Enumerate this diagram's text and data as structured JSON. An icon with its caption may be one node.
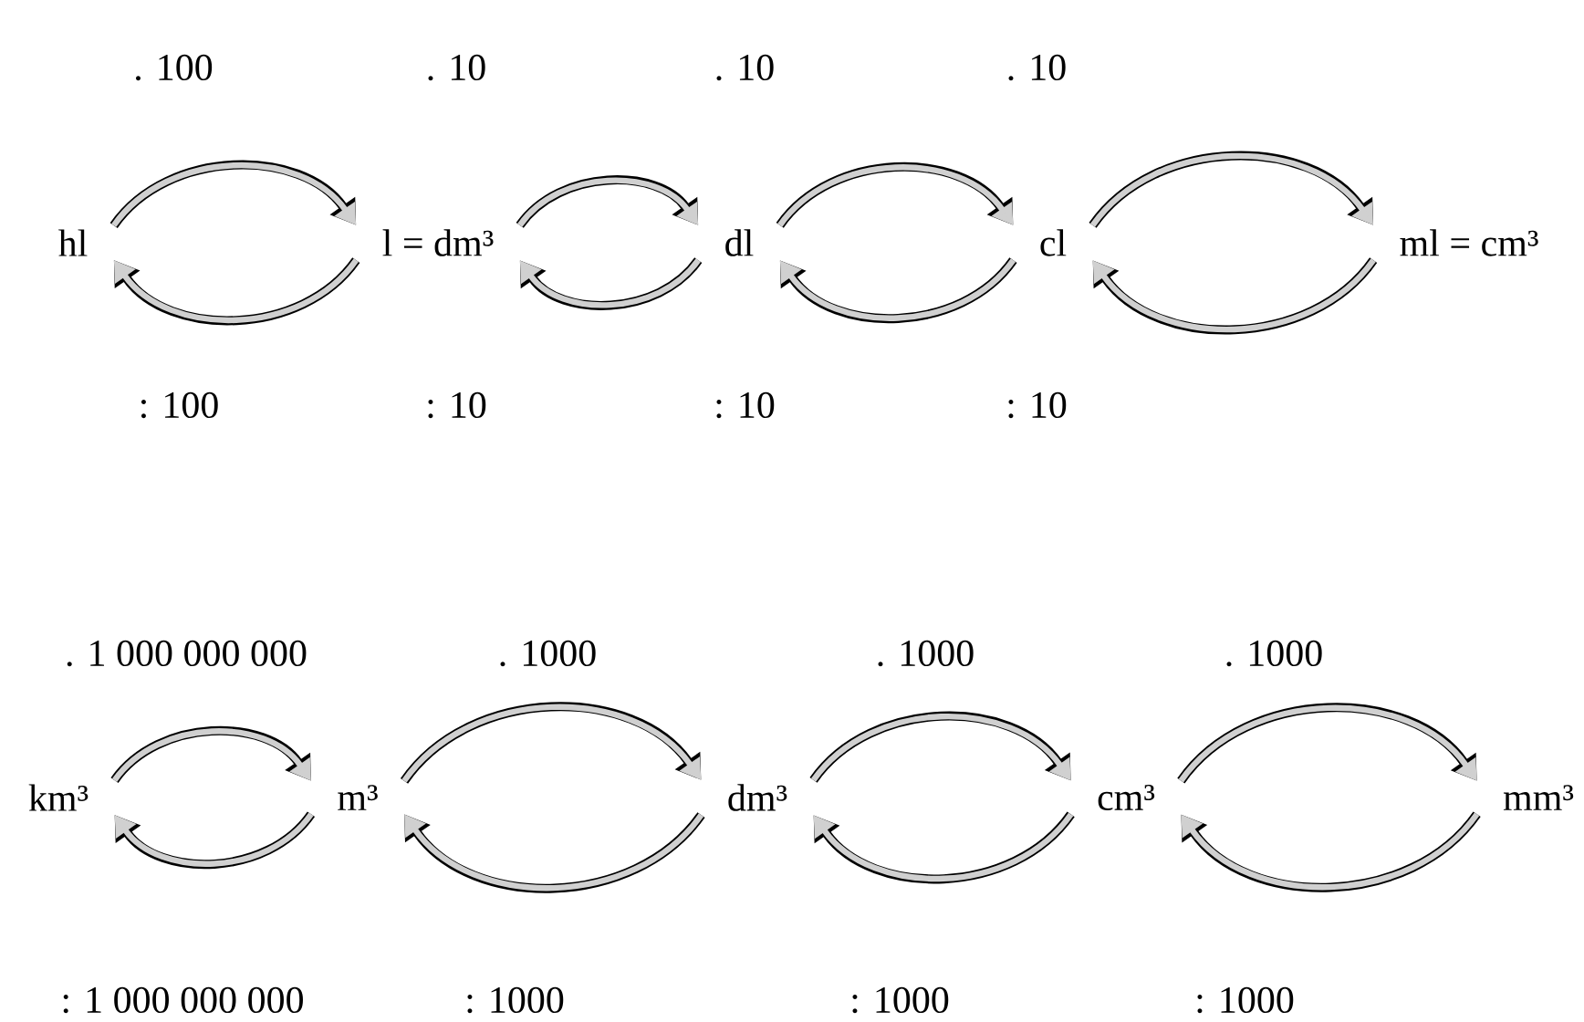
{
  "diagram": {
    "nodes": [
      {
        "text": [
          "hl"
        ]
      },
      {
        "text": [
          "l = dm³"
        ]
      },
      {
        "text": [
          "dl"
        ]
      },
      {
        "text": [
          "cl"
        ]
      },
      {
        "text": [
          "ml = cm³"
        ]
      },
      {
        "text": [
          "km³"
        ]
      },
      {
        "text": [
          "m³"
        ]
      },
      {
        "text": [
          "dm³"
        ]
      },
      {
        "text": [
          "cm³"
        ]
      },
      {
        "text": [
          "mm³"
        ]
      }
    ],
    "edges": [
      {
        "from": 0,
        "to": 1,
        "arrow": "to",
        "label": ". 100"
      },
      {
        "from": 1,
        "to": 0,
        "arrow": "to",
        "label": ": 100"
      },
      {
        "from": 1,
        "to": 2,
        "arrow": "to",
        "label": ". 10"
      },
      {
        "from": 2,
        "to": 1,
        "arrow": "to",
        "label": ": 10"
      },
      {
        "from": 2,
        "to": 3,
        "arrow": "to",
        "label": ". 10"
      },
      {
        "from": 3,
        "to": 2,
        "arrow": "to",
        "label": ": 10"
      },
      {
        "from": 3,
        "to": 4,
        "arrow": "to",
        "label": ". 10"
      },
      {
        "from": 4,
        "to": 3,
        "arrow": "to",
        "label": ": 10"
      },
      {
        "from": 5,
        "to": 6,
        "arrow": "to",
        "label": ". 1 000 000 000"
      },
      {
        "from": 6,
        "to": 5,
        "arrow": "to",
        "label": ": 1 000 000 000"
      },
      {
        "from": 6,
        "to": 7,
        "arrow": "to",
        "label": ". 1000"
      },
      {
        "from": 7,
        "to": 6,
        "arrow": "to",
        "label": ": 1000"
      },
      {
        "from": 7,
        "to": 8,
        "arrow": "to",
        "label": ". 1000"
      },
      {
        "from": 8,
        "to": 7,
        "arrow": "to",
        "label": ": 1000"
      },
      {
        "from": 8,
        "to": 9,
        "arrow": "to",
        "label": ". 1000"
      },
      {
        "from": 9,
        "to": 8,
        "arrow": "to",
        "label": ": 1000"
      }
    ]
  }
}
